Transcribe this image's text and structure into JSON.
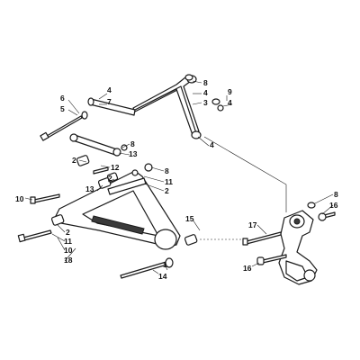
{
  "diagram": {
    "callouts": {
      "c8a": "8",
      "c4a": "4",
      "c3": "3",
      "c9": "9",
      "c4b": "4",
      "c6": "6",
      "c5": "5",
      "c4c": "4",
      "c7": "7",
      "c4d": "4",
      "c8b": "8",
      "c13a": "13",
      "c2a": "2",
      "c12": "12",
      "c8c": "8",
      "c2b": "2",
      "c11a": "11",
      "c2c": "2",
      "c10a": "10",
      "c13b": "13",
      "c15": "15",
      "c17": "17",
      "c8d": "8",
      "c16a": "16",
      "c2d": "2",
      "c11b": "11",
      "c10b": "10",
      "c18": "18",
      "c1": "1",
      "c14": "14",
      "c16b": "16"
    }
  }
}
